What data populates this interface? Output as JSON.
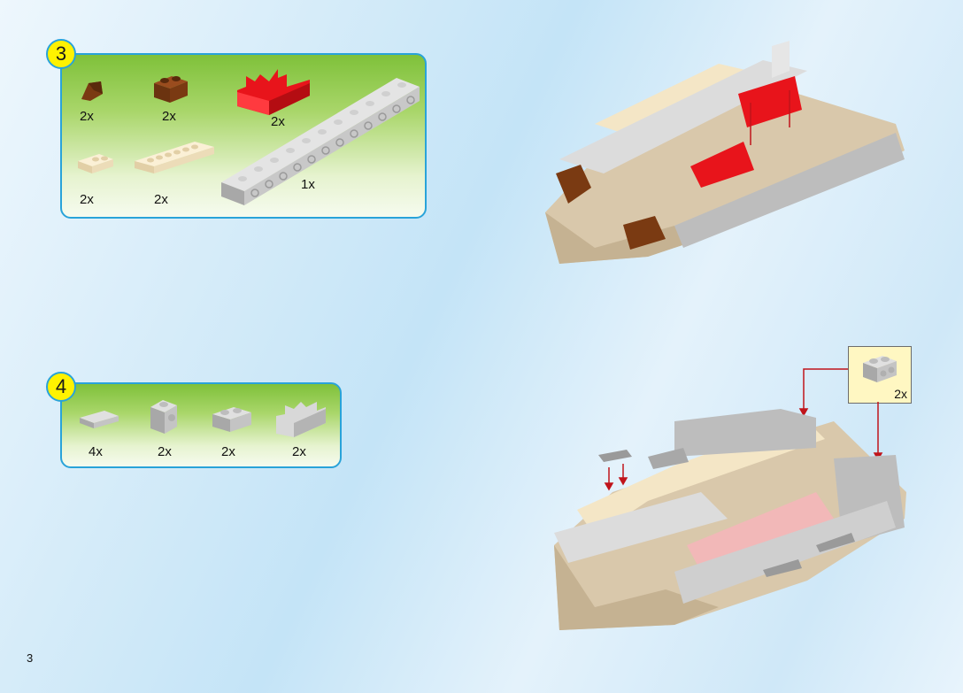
{
  "step3": {
    "number": "3",
    "parts": [
      {
        "name": "brown-slope-brick",
        "color": "#7a3a12",
        "qty": "2x"
      },
      {
        "name": "brown-1x2-brick",
        "color": "#7a3a12",
        "qty": "2x"
      },
      {
        "name": "red-wall-piece",
        "color": "#e8141b",
        "qty": "2x"
      },
      {
        "name": "tan-curved-plate",
        "color": "#f4e6c6",
        "qty": "2x"
      },
      {
        "name": "tan-long-plate",
        "color": "#f4e6c6",
        "qty": "2x"
      },
      {
        "name": "gray-technic-beam",
        "color": "#c8c8c8",
        "qty": "1x"
      }
    ]
  },
  "step4": {
    "number": "4",
    "parts": [
      {
        "name": "gray-tile",
        "color": "#c8c8c8",
        "qty": "4x"
      },
      {
        "name": "gray-brick-with-studs-on-side",
        "color": "#c8c8c8",
        "qty": "2x"
      },
      {
        "name": "gray-1x2-brick",
        "color": "#c8c8c8",
        "qty": "2x"
      },
      {
        "name": "gray-wall-piece",
        "color": "#c8c8c8",
        "qty": "2x"
      }
    ]
  },
  "callout": {
    "qty": "2x"
  },
  "page_number": "3",
  "colors": {
    "accent_border": "#29a3d9",
    "badge": "#fff200",
    "arrow": "#c0141b"
  }
}
